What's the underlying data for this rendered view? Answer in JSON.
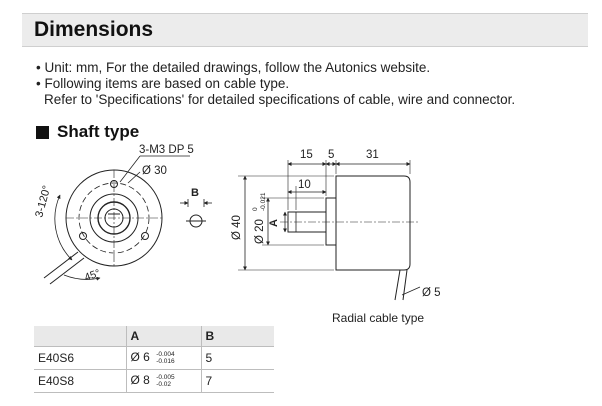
{
  "header": {
    "title": "Dimensions"
  },
  "notes": [
    "• Unit: mm, For the detailed drawings, follow the Autonics website.",
    "• Following items are based on cable type.",
    "Refer to 'Specifications' for detailed specifications of cable, wire and connector."
  ],
  "section": {
    "title": "Shaft type"
  },
  "drawing": {
    "hole_label": "3-M3 DP 5",
    "pcd_label": "Ø 30",
    "angle_label": "3-120°",
    "angle45_label": "45°",
    "view_b_label": "B",
    "dim_15": "15",
    "dim_5": "5",
    "dim_31": "31",
    "dim_10": "10",
    "dim_d40": "Ø 40",
    "dim_d20": "Ø 20",
    "dim_d20_tol_top": "0",
    "dim_d20_tol_bottom": "-0.021",
    "view_a_label": "A",
    "cable_label": "Ø 5",
    "caption": "Radial cable type"
  },
  "table": {
    "headers": [
      "",
      "A",
      "B"
    ],
    "rows": [
      {
        "model": "E40S6",
        "a_value": "Ø 6",
        "tol_top": "-0.004",
        "tol_bottom": "-0.016",
        "b": "5"
      },
      {
        "model": "E40S8",
        "a_value": "Ø 8",
        "tol_top": "-0.005",
        "tol_bottom": "-0.02",
        "b": "7"
      }
    ]
  },
  "colors": {
    "line": "#222222",
    "header_bg": "#ececec",
    "table_header_bg": "#e9e9e9"
  }
}
